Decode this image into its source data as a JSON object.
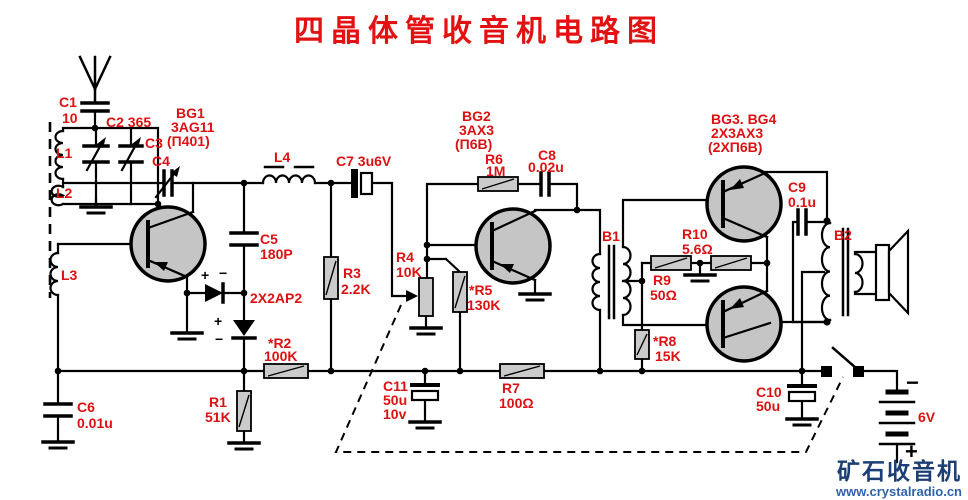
{
  "title": "四晶体管收音机电路图",
  "watermark": {
    "brand": "矿石收音机",
    "url": "www.crystalradio.cn"
  },
  "colors": {
    "label_red": "#dd1111",
    "title_red": "#e21212",
    "watermark_navy": "#1c3e75",
    "watermark_blue": "#2f62ad",
    "battery": "6V"
  },
  "labels": {
    "c1": "C1",
    "c1_val": "10",
    "c2": "C2 365",
    "c3": "C3",
    "c4": "C4",
    "l1": "L1",
    "l2": "L2",
    "l3": "L3",
    "l4": "L4",
    "bg1_1": "BG1",
    "bg1_2": "3AG11",
    "bg1_3": "(П401)",
    "c5": "C5",
    "c5_val": "180P",
    "diodes": "2X2AP2",
    "d1_plus": "+",
    "d1_minus": "−",
    "d2_plus": "+",
    "d2_minus": "−",
    "r3": "R3",
    "r3_val": "2.2K",
    "c7": "C7 3u6V",
    "r2": "*R2",
    "r2_val": "100K",
    "r1": "R1",
    "r1_val": "51K",
    "c6": "C6",
    "c6_val": "0.01u",
    "c11": "C11",
    "c11_val": "50u",
    "c11_val2": "10v",
    "r4": "R4",
    "r4_val": "10K",
    "r5": "*R5",
    "r5_val": "130K",
    "bg2_1": "BG2",
    "bg2_2": "3AX3",
    "bg2_3": "(П6B)",
    "r6": "R6",
    "r6_val": "1M",
    "c8": "C8",
    "c8_val": "0.02u",
    "r7": "R7",
    "r7_val": "100Ω",
    "b1": "B1",
    "r9": "R9",
    "r9_val": "50Ω",
    "r10": "R10",
    "r10_val": "5.6Ω",
    "r8": "*R8",
    "r8_val": "15K",
    "bg34_1": "BG3. BG4",
    "bg34_2": "2X3AX3",
    "bg34_3": "(2XП6B)",
    "c9": "C9",
    "c9_val": "0.1u",
    "b2": "B2",
    "c10": "C10",
    "c10_val": "50u",
    "battery_minus": "−",
    "battery_v": "6V",
    "battery_plus": "+"
  }
}
